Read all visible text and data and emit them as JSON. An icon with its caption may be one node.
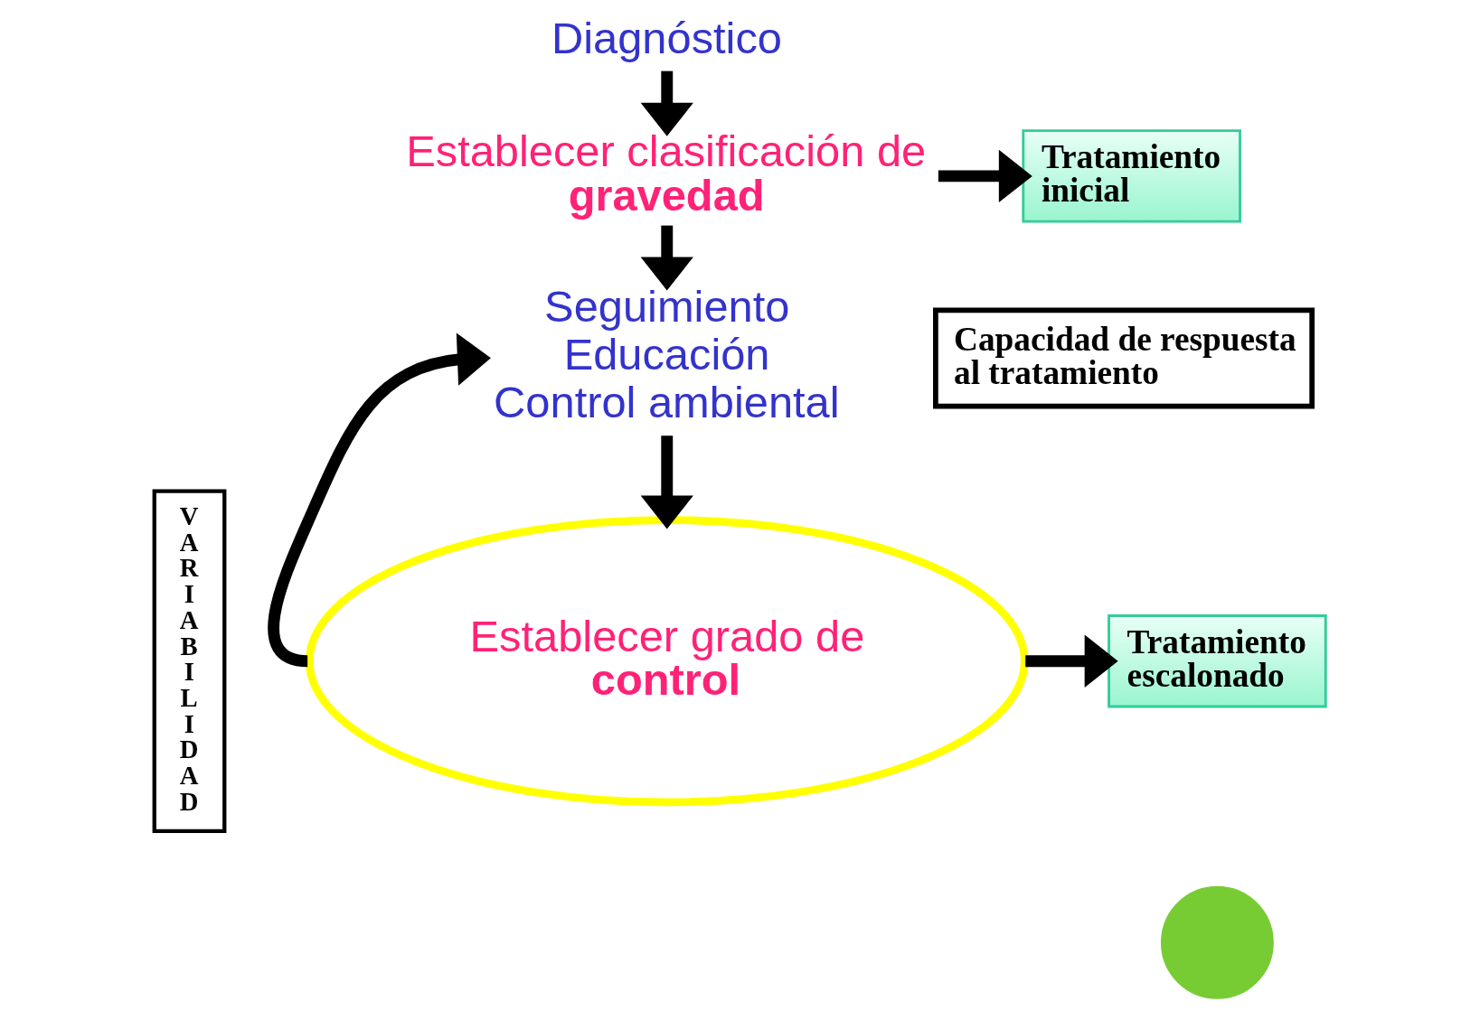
{
  "diagram": {
    "nodes": [
      {
        "text": [
          "Diagnóstico"
        ]
      },
      {
        "text": [
          "Establecer clasificación de **gravedad**"
        ]
      },
      {
        "text": [
          "Tratamiento inicial"
        ]
      },
      {
        "text": [
          "Seguimiento",
          "Educación",
          "Control ambiental"
        ]
      },
      {
        "text": [
          "Capacidad de respuesta al tratamiento"
        ]
      },
      {
        "text": [
          "Establecer grado de **control**"
        ]
      },
      {
        "text": [
          "Tratamiento escalonado"
        ]
      },
      {
        "text": [
          "VARIABILIDAD"
        ]
      },
      {
        "text": [],
        "shape": "circle"
      }
    ],
    "edges": [
      {
        "from": 0,
        "to": 1,
        "arrow": "to"
      },
      {
        "from": 1,
        "to": 2,
        "arrow": "to"
      },
      {
        "from": 1,
        "to": 3,
        "arrow": "to"
      },
      {
        "from": 3,
        "to": 5,
        "arrow": "to"
      },
      {
        "from": 5,
        "to": 6,
        "arrow": "to"
      },
      {
        "from": 5,
        "to": 3,
        "arrow": "to"
      }
    ]
  }
}
